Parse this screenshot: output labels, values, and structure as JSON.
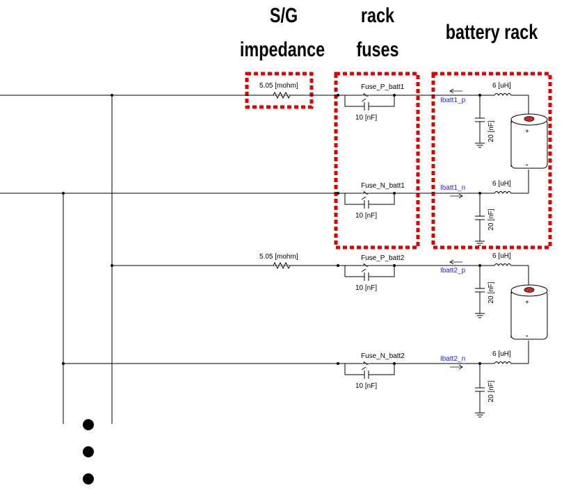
{
  "headings": {
    "sg_line1": "S/G",
    "sg_line2": "impedance",
    "rack_line1": "rack",
    "rack_line2": "fuses",
    "battery_rack": "battery  rack"
  },
  "colors": {
    "highlight": "#e00000",
    "current_label": "#1a1aff",
    "wire": "#000000"
  },
  "rack1": {
    "impedance": "5.05 [mohm]",
    "fuse_p": "Fuse_P_batt1",
    "fuse_p_cap": "10 [nF]",
    "fuse_n": "Fuse_N_batt1",
    "fuse_n_cap": "10 [nF]",
    "current_p": "Ibatt1_p",
    "current_n": "Ibatt1_n",
    "inductor_p": "6 [uH]",
    "inductor_n": "6 [uH]",
    "cap_p": "20 [nF]",
    "cap_n": "20 [nF]"
  },
  "rack2": {
    "impedance": "5.05 [mohm]",
    "fuse_p": "Fuse_P_batt2",
    "fuse_p_cap": "10 [nF]",
    "fuse_n": "Fuse_N_batt2",
    "fuse_n_cap": "10 [nF]",
    "current_p": "Ibatt2_p",
    "current_n": "Ibatt2_n",
    "inductor_p": "6 [uH]",
    "inductor_n": "6 [uH]",
    "cap_p": "20 [nF]",
    "cap_n": "20 [nF]"
  }
}
